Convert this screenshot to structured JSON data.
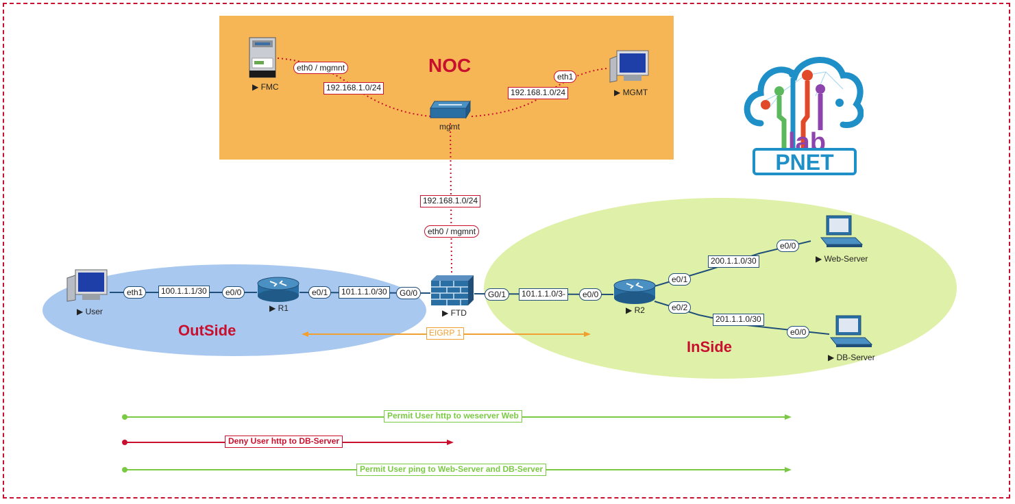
{
  "zones": {
    "noc": "NOC",
    "outside": "OutSide",
    "inside": "InSide"
  },
  "nodes": {
    "fmc": "FMC",
    "mgmt_pc": "MGMT",
    "mgmt_switch": "mgmt",
    "ftd": "FTD",
    "user": "User",
    "r1": "R1",
    "r2": "R2",
    "web": "Web-Server",
    "db": "DB-Server"
  },
  "links": {
    "fmc_if": "eth0 / mgmnt",
    "fmc_net": "192.168.1.0/24",
    "mgmt_if": "eth1",
    "mgmt_net": "192.168.1.0/24",
    "ftd_mgmt_net": "192.168.1.0/24",
    "ftd_mgmt_if": "eth0 / mgmnt",
    "user_if": "eth1",
    "user_net": "100.1.1.1/30",
    "r1_out_if": "e0/0",
    "r1_in_if": "e0/1",
    "r1_ftd_net": "101.1.1.0/30",
    "ftd_out_if": "G0/0",
    "ftd_in_if": "G0/1",
    "ftd_r2_net": "101.1.1.0/3-",
    "r2_ftd_if": "e0/0",
    "r2_web_if": "e0/1",
    "web_net": "200.1.1.0/30",
    "web_if": "e0/0",
    "r2_db_if": "e0/2",
    "db_net": "201.1.1.0/30",
    "db_if": "e0/0"
  },
  "routing": "EIGRP 1",
  "policies": [
    {
      "label": "Permit User http to weserver Web",
      "color": "#7ac943"
    },
    {
      "label": "Deny User http to DB-Server",
      "color": "#c8102e"
    },
    {
      "label": "Permit User ping to Web-Server and DB-Server",
      "color": "#7ac943"
    }
  ],
  "logo": {
    "top": "lab",
    "bottom": "PNET"
  },
  "colors": {
    "noc": "#f6b655",
    "outside": "#a9c8f0",
    "inside": "#dff0a8",
    "title_red": "#c8102e",
    "link_blue": "#1f4e79",
    "eigrp": "#f0a030"
  }
}
